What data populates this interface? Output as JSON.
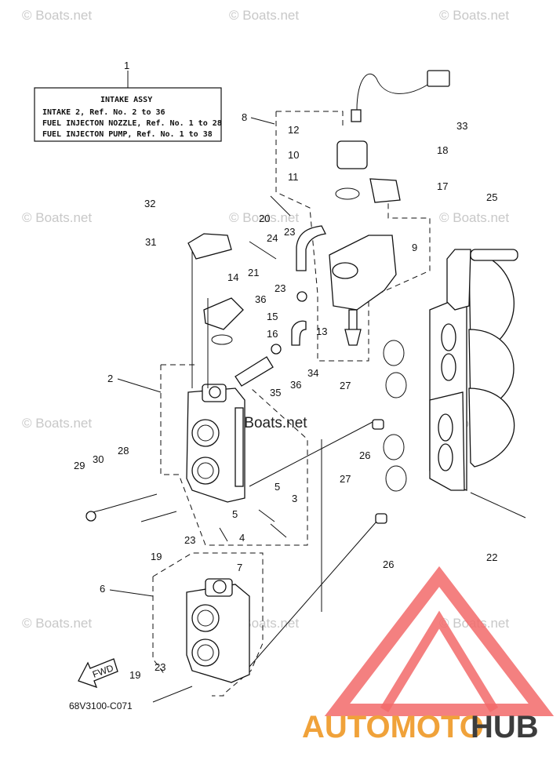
{
  "legend_box": {
    "title": "INTAKE ASSY",
    "lines": [
      "INTAKE 2, Ref. No. 2 to 36",
      "FUEL INJECTON NOZZLE, Ref. No. 1 to 28",
      "FUEL INJECTON PUMP, Ref. No. 1 to 38"
    ]
  },
  "part_numbers": [
    "1",
    "2",
    "3",
    "4",
    "5",
    "5",
    "6",
    "7",
    "8",
    "9",
    "10",
    "11",
    "12",
    "13",
    "14",
    "15",
    "16",
    "17",
    "18",
    "19",
    "19",
    "20",
    "21",
    "22",
    "23",
    "23",
    "23",
    "23",
    "24",
    "25",
    "26",
    "26",
    "27",
    "27",
    "28",
    "29",
    "30",
    "31",
    "32",
    "33",
    "34",
    "35",
    "36",
    "36"
  ],
  "diagram_code": "68V3100-C071",
  "fwd_label": "FWD",
  "watermark": "© Boats.net",
  "logo": {
    "part1": "AUTOMOTO",
    "part2": "HUB",
    "color_primary": "#f0a23a",
    "color_secondary": "#3c3c3c",
    "triangle_color": "#f26a6a"
  }
}
